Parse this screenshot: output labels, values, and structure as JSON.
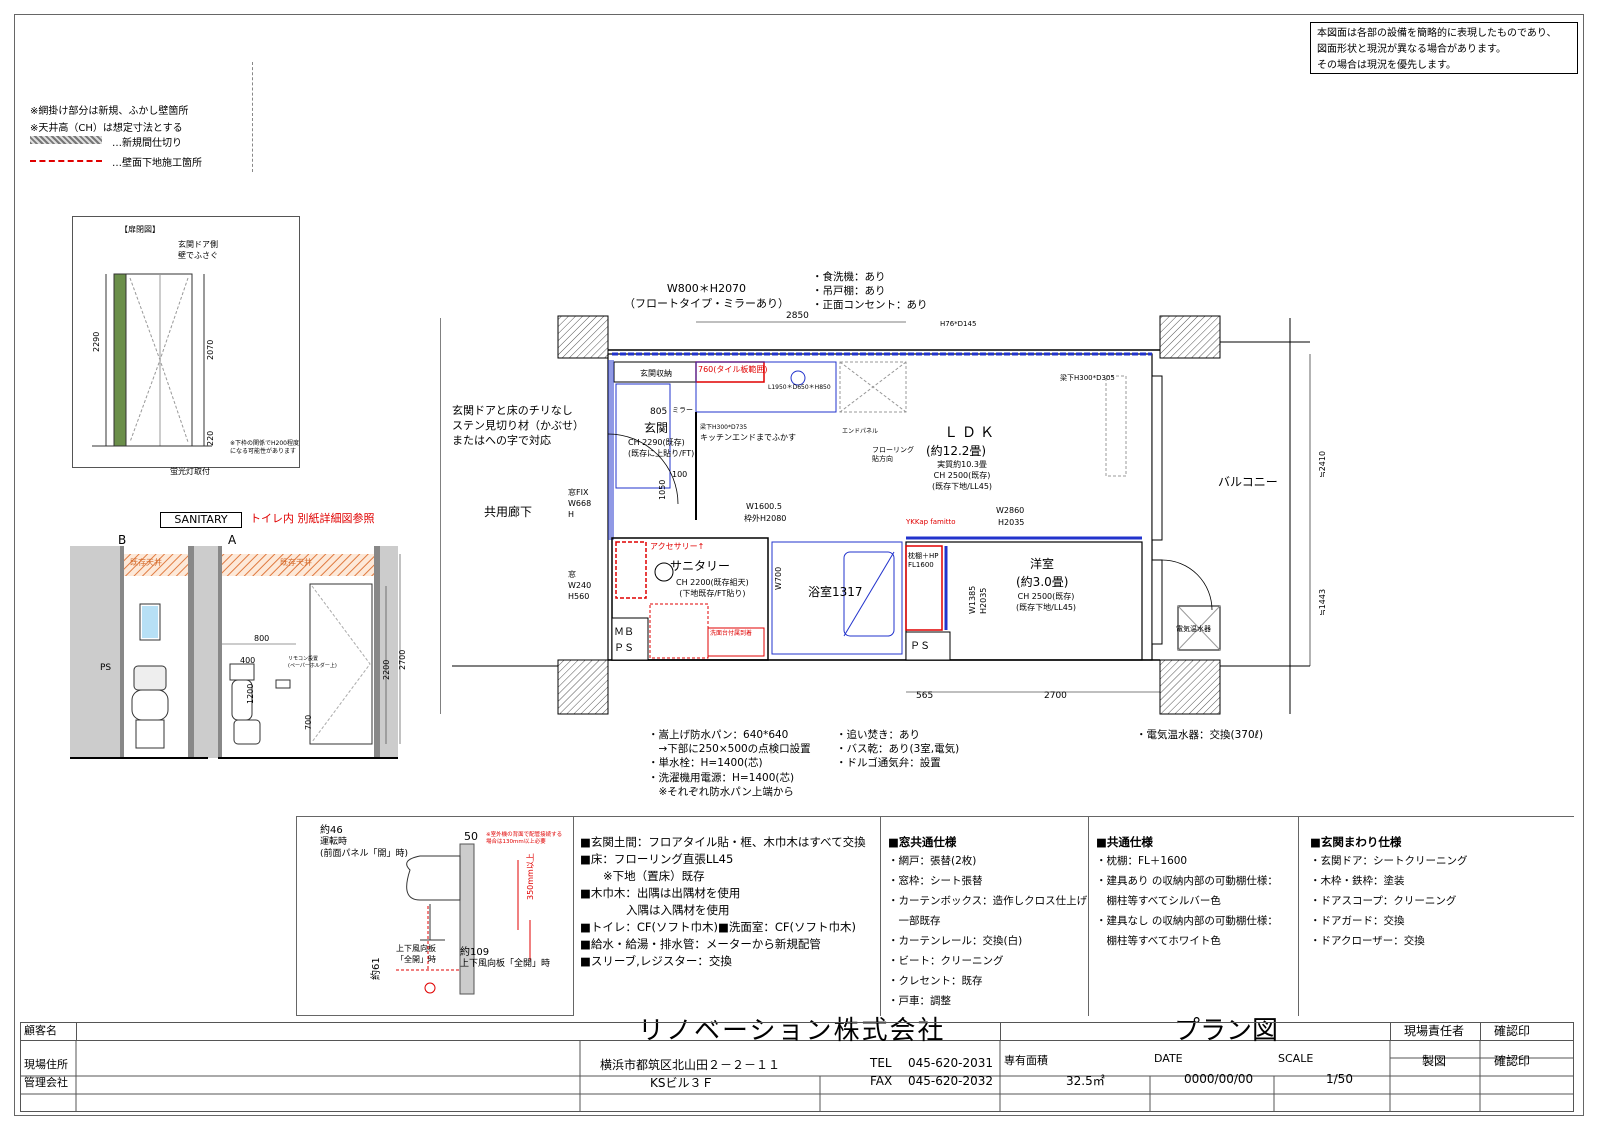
{
  "notice": {
    "lines": [
      "本図面は各部の設備を簡略的に表現したものであり、",
      "図面形状と現況が異なる場合があります。",
      "その場合は現況を優先します。"
    ]
  },
  "legend": {
    "line1": "※網掛け部分は新規、ふかし壁箇所",
    "line2": "※天井高（CH）は想定寸法とする",
    "partition": "…新規間仕切り",
    "wallbase": "…壁面下地施工箇所"
  },
  "elevation": {
    "title": "【扉閉図】",
    "door_note": "玄関ドア側\n壁でふさぐ",
    "dim_left": "2290",
    "dim_right": "2070",
    "dim_small": "220",
    "small_note": "※下枠の関係でH200程度\nになる可能性があります",
    "light": "蛍光灯取付"
  },
  "sanitary": {
    "label": "SANITARY",
    "ref": "トイレ内 別紙詳細図参照",
    "b": "B",
    "a": "A",
    "ceiling": "既存天井",
    "ps": "PS",
    "d800": "800",
    "d400": "400",
    "d1200": "1200",
    "d700": "700",
    "d2200": "2200",
    "d2700": "2700",
    "remote": "リモコン設置\n(ペーパーホルダー上)"
  },
  "plan": {
    "door_spec": "W800＊H2070\n（フロートタイプ・ミラーあり）",
    "kitchen_notes": "・食洗機：あり\n・吊戸棚：あり\n・正面コンセント：あり",
    "dim_2850": "2850",
    "h76": "H76*D145",
    "corridor": "共用廊下",
    "balcony": "バルコニー",
    "entrance_note": "玄関ドアと床のチリなし\nステン見切り材（かぶせ）\nまたはへの字で対応",
    "entrance": "玄関",
    "entrance_ch": "CH 2290(既存)\n(既存に上貼り/FT)",
    "entrance_storage": "玄関収納",
    "mirror": "ミラー",
    "d805": "805",
    "tile_760": "760(タイル板範囲)",
    "kitchen_dim": "L1950＊D650＊H850",
    "kitchen_end": "キッチンエンドまでふかす",
    "beam1": "梁下H300*D735",
    "ldk": "ＬＤＫ",
    "ldk_size": "(約12.2畳)",
    "ldk_detail": "実質約10.3畳\nCH 2500(既存)\n(既存下地/LL45)",
    "flooring_dir": "フローリング\n貼方向",
    "beam2": "梁下H300*D305",
    "range": "エンドパネル",
    "window_fix": "窓FIX\nW668\nH",
    "window2": "窓\nW240\nH560",
    "w1600": "W1600.5",
    "frame2080": "枠外H2080",
    "d100": "100",
    "d1050": "1050",
    "sanitary_room": "サニタリー",
    "sanitary_ch": "CH 2200(既存組天)\n(下地既存/FT貼り)",
    "accessory": "アクセサリー↑",
    "bath": "浴室1317",
    "w700": "W700",
    "w2860": "W2860",
    "h2035": "H2035",
    "ykk": "YKKap famitto",
    "western": "洋室",
    "western_size": "(約3.0畳)",
    "western_ch": "CH 2500(既存)\n(既存下地/LL45)",
    "w1385": "W1385\nH2035",
    "fl1600": "枕棚＋HP\nFL1600",
    "water_heater": "電気温水器",
    "mb": "ＭＢ",
    "ps": "ＰＳ",
    "ps2": "ＰＳ",
    "d565": "565",
    "d2700": "2700",
    "d2410": "≒2410",
    "d1443": "≒1443",
    "washpan": "洗面台付属到着",
    "bottom_notes1": "・嵩上げ防水パン：640*640\n　→下部に250×500の点検口設置\n・単水栓：H=1400(芯)\n・洗濯機用電源：H=1400(芯)\n　※それぞれ防水パン上端から",
    "bottom_notes2": "・追い焚き：あり\n・バス乾：あり(3室,電気)\n・ドルゴ通気弁：設置",
    "bottom_notes3": "・電気温水器：交換(370ℓ)"
  },
  "ac_detail": {
    "top": "約46",
    "run": "運転時\n(前面パネル「開」時)",
    "d50": "50",
    "note": "※室外機の背面で配管接続する\n場合は130mm以上必要",
    "d350": "350mm以上",
    "d61": "約61",
    "d109": "約109",
    "vent_open": "上下風向板「全開」時",
    "vent": "上下風向板\n「全開」時"
  },
  "specs": {
    "col1": [
      "■玄関土間：フロアタイル貼・框、木巾木はすべて交換",
      "■床：フローリング直張LL45",
      "　　※下地（置床）既存",
      "■木巾木：出隅は出隅材を使用",
      "　　　　入隅は入隅材を使用",
      "■トイレ：CF(ソフト巾木)■洗面室：CF(ソフト巾木)",
      "■給水・給湯・排水管：メーターから新規配管",
      "■スリーブ,レジスター：交換"
    ],
    "col2_title": "■窓共通仕様",
    "col2": [
      "・網戸：張替(2枚)",
      "・窓枠：シート張替",
      "・カーテンボックス：造作しクロス仕上げ",
      "　一部既存",
      "・カーテンレール：交換(白)",
      "・ビート：クリーニング",
      "・クレセント：既存",
      "・戸車：調整"
    ],
    "col3_title": "■共通仕様",
    "col3": [
      "・枕棚：FL＋1600",
      "・建具あり の収納内部の可動棚仕様：",
      "　棚柱等すべてシルバー色",
      "・建具なし の収納内部の可動棚仕様：",
      "　棚柱等すべてホワイト色"
    ],
    "col4_title": "■玄関まわり仕様",
    "col4": [
      "・玄関ドア：シートクリーニング",
      "・木枠・鉄枠：塗装",
      "・ドアスコープ：クリーニング",
      "・ドアガード：交換",
      "・ドアクローザー：交換"
    ]
  },
  "title_block": {
    "customer_label": "顧客名",
    "site_label": "現場住所",
    "mgmt_label": "管理会社",
    "company": "リノベーション株式会社",
    "address1": "横浜市都筑区北山田２－２－１１",
    "address2": "KSビル３Ｆ",
    "tel_label": "TEL",
    "tel": "045-620-2031",
    "fax_label": "FAX",
    "fax": "045-620-2032",
    "drawing": "プラン図",
    "area_label": "専有面積",
    "area": "32.5㎡",
    "date_label": "DATE",
    "date": "0000/00/00",
    "scale_label": "SCALE",
    "scale": "1/50",
    "manager": "現場責任者",
    "check1": "確認印",
    "drafter": "製図",
    "check2": "確認印"
  },
  "colors": {
    "accent_red": "#e00000",
    "plan_blue": "#2233cc",
    "hatch": "#888888"
  }
}
